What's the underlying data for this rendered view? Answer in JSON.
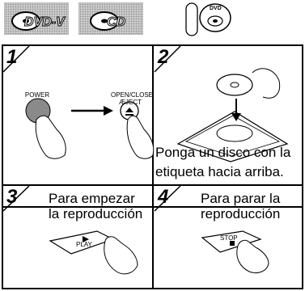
{
  "logos": {
    "dvd_video": "DVD-V",
    "cd": "CD",
    "dvd_disc": "DVD"
  },
  "steps": [
    {
      "number": "1",
      "text": "",
      "power_label": "POWER",
      "open_label": "OPEN/CLOSE",
      "eject_label": "ÆJECT"
    },
    {
      "number": "2",
      "text_line1": "Ponga un disco con la",
      "text_line2": "etiqueta hacia arriba."
    },
    {
      "number": "3",
      "text_line1": "Para empezar",
      "text_line2": "la reproducción",
      "button_label": "PLAY"
    },
    {
      "number": "4",
      "text_line1": "Para parar la",
      "text_line2": "reproducción",
      "button_label": "STOP"
    }
  ]
}
